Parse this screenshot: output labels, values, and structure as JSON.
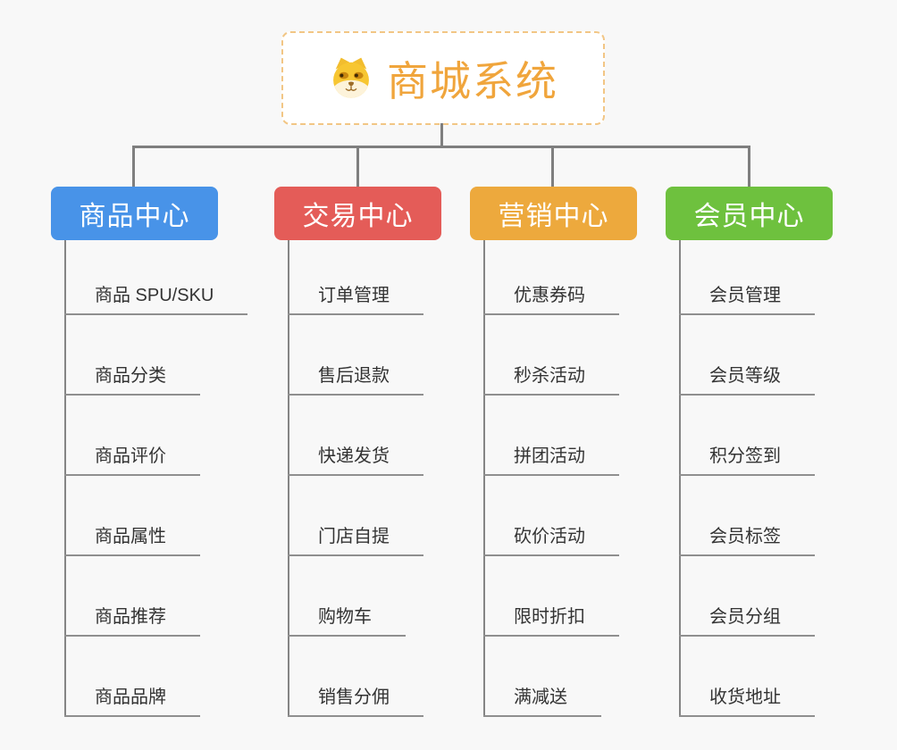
{
  "root": {
    "title": "商城系统",
    "icon": "shiba-dog-icon"
  },
  "branches": [
    {
      "label": "商品中心",
      "color": "#4893e8",
      "items": [
        "商品 SPU/SKU",
        "商品分类",
        "商品评价",
        "商品属性",
        "商品推荐",
        "商品品牌"
      ]
    },
    {
      "label": "交易中心",
      "color": "#e45c58",
      "items": [
        "订单管理",
        "售后退款",
        "快递发货",
        "门店自提",
        "购物车",
        "销售分佣"
      ]
    },
    {
      "label": "营销中心",
      "color": "#eda93d",
      "items": [
        "优惠券码",
        "秒杀活动",
        "拼团活动",
        "砍价活动",
        "限时折扣",
        "满减送"
      ]
    },
    {
      "label": "会员中心",
      "color": "#6ec13e",
      "items": [
        "会员管理",
        "会员等级",
        "积分签到",
        "会员标签",
        "会员分组",
        "收货地址"
      ]
    }
  ],
  "colors": {
    "canvas_bg": "#f8f8f8",
    "line": "#7f7f7f",
    "trunk": "#858585",
    "underline": "#8f8f8f",
    "item_text": "#333333",
    "root_text": "#f0a53c",
    "root_border": "#f2c685",
    "branch_text": "#ffffff"
  }
}
